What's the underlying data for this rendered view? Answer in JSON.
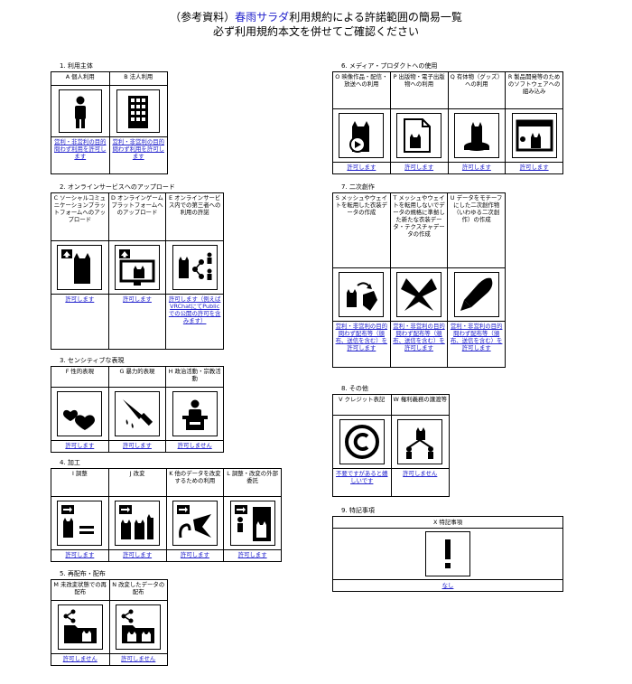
{
  "title": {
    "line1_pre": "（参考資料）",
    "line1_brand": "春雨サラダ",
    "line1_post": "利用規約による許諾範囲の簡易一覧",
    "line2": "必ず利用規約本文を併せてご確認ください"
  },
  "sections": [
    {
      "id": "s1",
      "title": "1. 利用主体",
      "items": [
        {
          "label": "A 個人利用",
          "icon": "person-icon",
          "result": "営利・非営利の目的問わず利用を許可します"
        },
        {
          "label": "B 法人利用",
          "icon": "building-icon",
          "result": "営利・非営利の目的問わず利用を許可します"
        }
      ]
    },
    {
      "id": "s2",
      "title": "2. オンラインサービスへのアップロード",
      "items": [
        {
          "label": "C ソーシャルコミュニケーションプラットフォームへのアップロード",
          "icon": "upload-cat-icon",
          "result": "許可します"
        },
        {
          "label": "D オンラインゲームプラットフォームへのアップロード",
          "icon": "upload-monitor-cat-icon",
          "result": "許可します"
        },
        {
          "label": "E オンラインサービス内での第三者への利用の許諾",
          "icon": "share-people-icon",
          "result": "許可します（例えばVRChatにてPublicでの公開の許可を含みます）"
        }
      ]
    },
    {
      "id": "s3",
      "title": "3. センシティブな表現",
      "items": [
        {
          "label": "F 性的表現",
          "icon": "hearts-icon",
          "result": "許可します"
        },
        {
          "label": "G 暴力的表現",
          "icon": "knife-icon",
          "result": "許可します"
        },
        {
          "label": "H 政治活動・宗教活動",
          "icon": "podium-icon",
          "result": "許可しません"
        }
      ]
    },
    {
      "id": "s4",
      "title": "4. 加工",
      "items": [
        {
          "label": "I 調整",
          "icon": "adjust-equal-icon",
          "result": "許可します"
        },
        {
          "label": "J 改変",
          "icon": "modify-cats-icon",
          "result": "許可します"
        },
        {
          "label": "K 他のデータを改変するための利用",
          "icon": "modify-other-data-icon",
          "result": "許可します"
        },
        {
          "label": "L 調整・改変の外部委託",
          "icon": "outsource-icon",
          "result": "許可します"
        }
      ]
    },
    {
      "id": "s5",
      "title": "5. 再配布・配布",
      "items": [
        {
          "label": "M 未改変状態での再配布",
          "icon": "share-folder-icon",
          "result": "許可しません"
        },
        {
          "label": "N 改変したデータの配布",
          "icon": "share-folder-modified-icon",
          "result": "許可しません"
        }
      ]
    },
    {
      "id": "s6",
      "title": "6. メディア・プロダクトへの使用",
      "items": [
        {
          "label": "O 映像作品・配信・放送への利用",
          "icon": "video-cat-icon",
          "result": "許可します"
        },
        {
          "label": "P 出版物・電子出版物への利用",
          "icon": "publication-cat-icon",
          "result": "許可します"
        },
        {
          "label": "Q 有体物（グッズ）への利用",
          "icon": "goods-cat-icon",
          "result": "許可します"
        },
        {
          "label": "R 製品開発等のためのソフトウェアへの組み込み",
          "icon": "software-window-icon",
          "result": "許可します"
        }
      ]
    },
    {
      "id": "s7",
      "title": "7. 二次創作",
      "items": [
        {
          "label": "S メッシュやウェイトを転用した衣装データの作成",
          "icon": "mesh-convert-icon",
          "result": "営利・非営利の目的問わず配布等（頒布、送信を含む）を許可します"
        },
        {
          "label": "T メッシュやウェイトを転用しないでデータの規格に準拠した新たな衣装データ・テクスチャデータの作成",
          "icon": "new-outfit-icon",
          "result": "営利・非営利の目的問わず配布等（頒布、送信を含む）を許可します"
        },
        {
          "label": "U データをモチーフにした二次創作物（いわゆる二次創作）の作成",
          "icon": "pen-nib-icon",
          "result": "営利・非営利の目的問わず配布等（頒布、送信を含む）を許可します"
        }
      ]
    },
    {
      "id": "s8",
      "title": "8. その他",
      "items": [
        {
          "label": "V クレジット表記",
          "icon": "copyright-icon",
          "result": "不要ですがあると嬉しいです"
        },
        {
          "label": "W 権利義務の譲渡等",
          "icon": "transfer-people-icon",
          "result": "許可しません"
        }
      ]
    },
    {
      "id": "s9",
      "title": "9. 特記事項",
      "items": [
        {
          "label": "X 特記事項",
          "icon": "exclamation-icon",
          "result": "なし"
        }
      ]
    }
  ]
}
